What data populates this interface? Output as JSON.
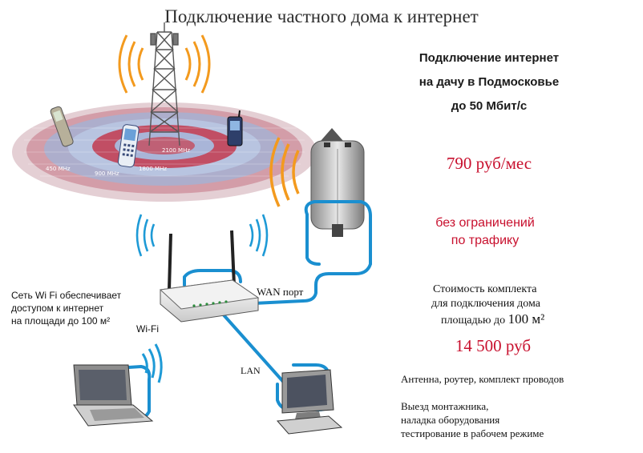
{
  "title": "Подключение частного дома к интернет",
  "headline": {
    "line1": "Подключение интернет",
    "line2": "на дачу в Подмосковье",
    "line3": "до 50 Мбит/с"
  },
  "monthly_price": "790 руб/мес",
  "unlimited": {
    "line1": "без ограничений",
    "line2": "по трафику"
  },
  "kit_cost": {
    "line1": "Стоимость комплекта",
    "line2": "для подключения дома",
    "line3": "площадью до",
    "area": "100 м²"
  },
  "kit_price": "14 500 руб",
  "included_1": "Антенна, роутер, комплект проводов",
  "included_2": {
    "line1": "Выезд монтажника,",
    "line2": "наладка оборудования",
    "line3": "тестирование в рабочем режиме"
  },
  "wifi_note": {
    "line1": "Сеть Wi Fi обеспечивает",
    "line2": "доступом к интернет",
    "line3": "на площади до 100 м²"
  },
  "labels": {
    "wan": "WAN порт",
    "wifi": "Wi-Fi",
    "lan": "LAN"
  },
  "frequencies": {
    "f450": "450 MHz",
    "f900": "900 MHz",
    "f1800": "1800 MHz",
    "f2100": "2100 MHz"
  },
  "colors": {
    "cable": "#1a8fd0",
    "accent_red": "#c8102e",
    "signal_orange": "#f39a1e",
    "wifi_blue": "#1e9ad6"
  },
  "icons": [
    "cell-tower-icon",
    "mobile-phone-icon",
    "outdoor-antenna-icon",
    "wifi-router-icon",
    "laptop-icon",
    "desktop-computer-icon",
    "wifi-signal-icon"
  ]
}
